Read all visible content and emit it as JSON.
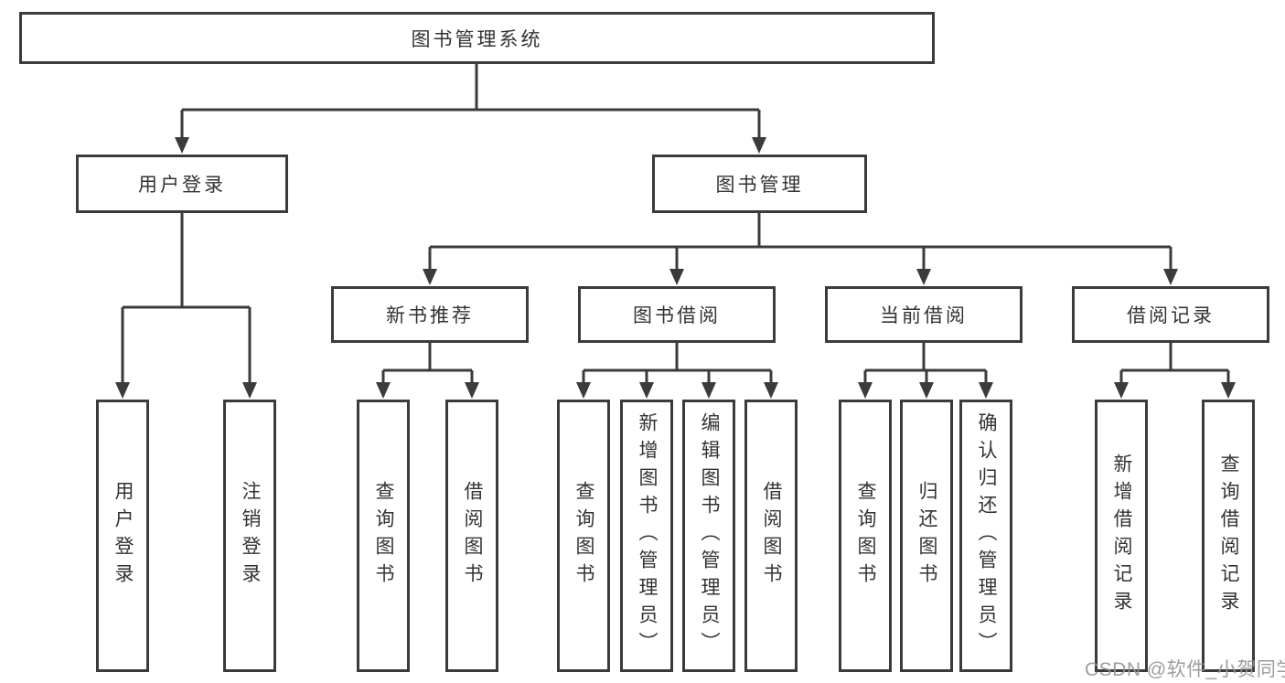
{
  "nodes": {
    "root": "图书管理系统",
    "user_login": "用户登录",
    "book_mgmt": "图书管理",
    "new_book_rec": "新书推荐",
    "book_borrow": "图书借阅",
    "current_borrow": "当前借阅",
    "borrow_record": "借阅记录",
    "leaf_user_login": "用户登录",
    "leaf_logout": "注销登录",
    "leaf_query_book_rec": "查询图书",
    "leaf_borrow_book_rec": "借阅图书",
    "leaf_query_book_borrow": "查询图书",
    "leaf_add_book_admin": "新增图书（管理员）",
    "leaf_edit_book_admin": "编辑图书（管理员）",
    "leaf_borrow_book_borrow": "借阅图书",
    "leaf_query_book_current": "查询图书",
    "leaf_return_book": "归还图书",
    "leaf_confirm_return_admin": "确认归还（管理员）",
    "leaf_add_borrow_record": "新增借阅记录",
    "leaf_query_borrow_record": "查询借阅记录"
  },
  "watermark": "CSDN @软件_小贺同学",
  "colors": {
    "line": "#3b3b3b",
    "text": "#333333",
    "watermark": "#969696",
    "background": "#ffffff"
  }
}
